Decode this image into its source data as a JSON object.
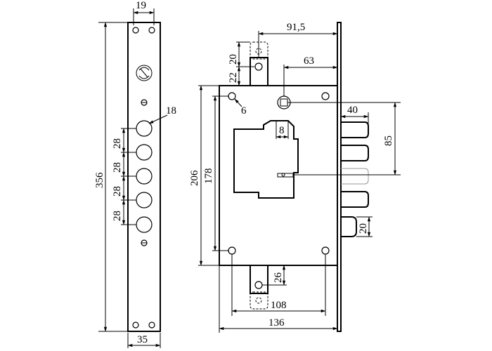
{
  "diagram": {
    "type": "technical-drawing",
    "subject": "",
    "faceplate": {
      "dimensions": {
        "top_width": "19",
        "total_height": "356",
        "bottom_width": "35",
        "bolt_hole_diameter": "18",
        "bolt_spacing": [
          "28",
          "28",
          "28",
          "28"
        ]
      }
    },
    "lock_body": {
      "dimensions": {
        "backset_top": "91,5",
        "backset": "63",
        "top_offset_a": "22",
        "top_offset_b": "20",
        "screw_hole": "6",
        "body_height": "206",
        "mount_height": "178",
        "key_slot": "8",
        "bolt_length": "40",
        "bolt_span": "85",
        "latch_height": "20",
        "bottom_offset": "26",
        "mount_width": "108",
        "body_width": "136"
      }
    }
  },
  "colors": {
    "ink": "#000000",
    "background": "#ffffff"
  }
}
